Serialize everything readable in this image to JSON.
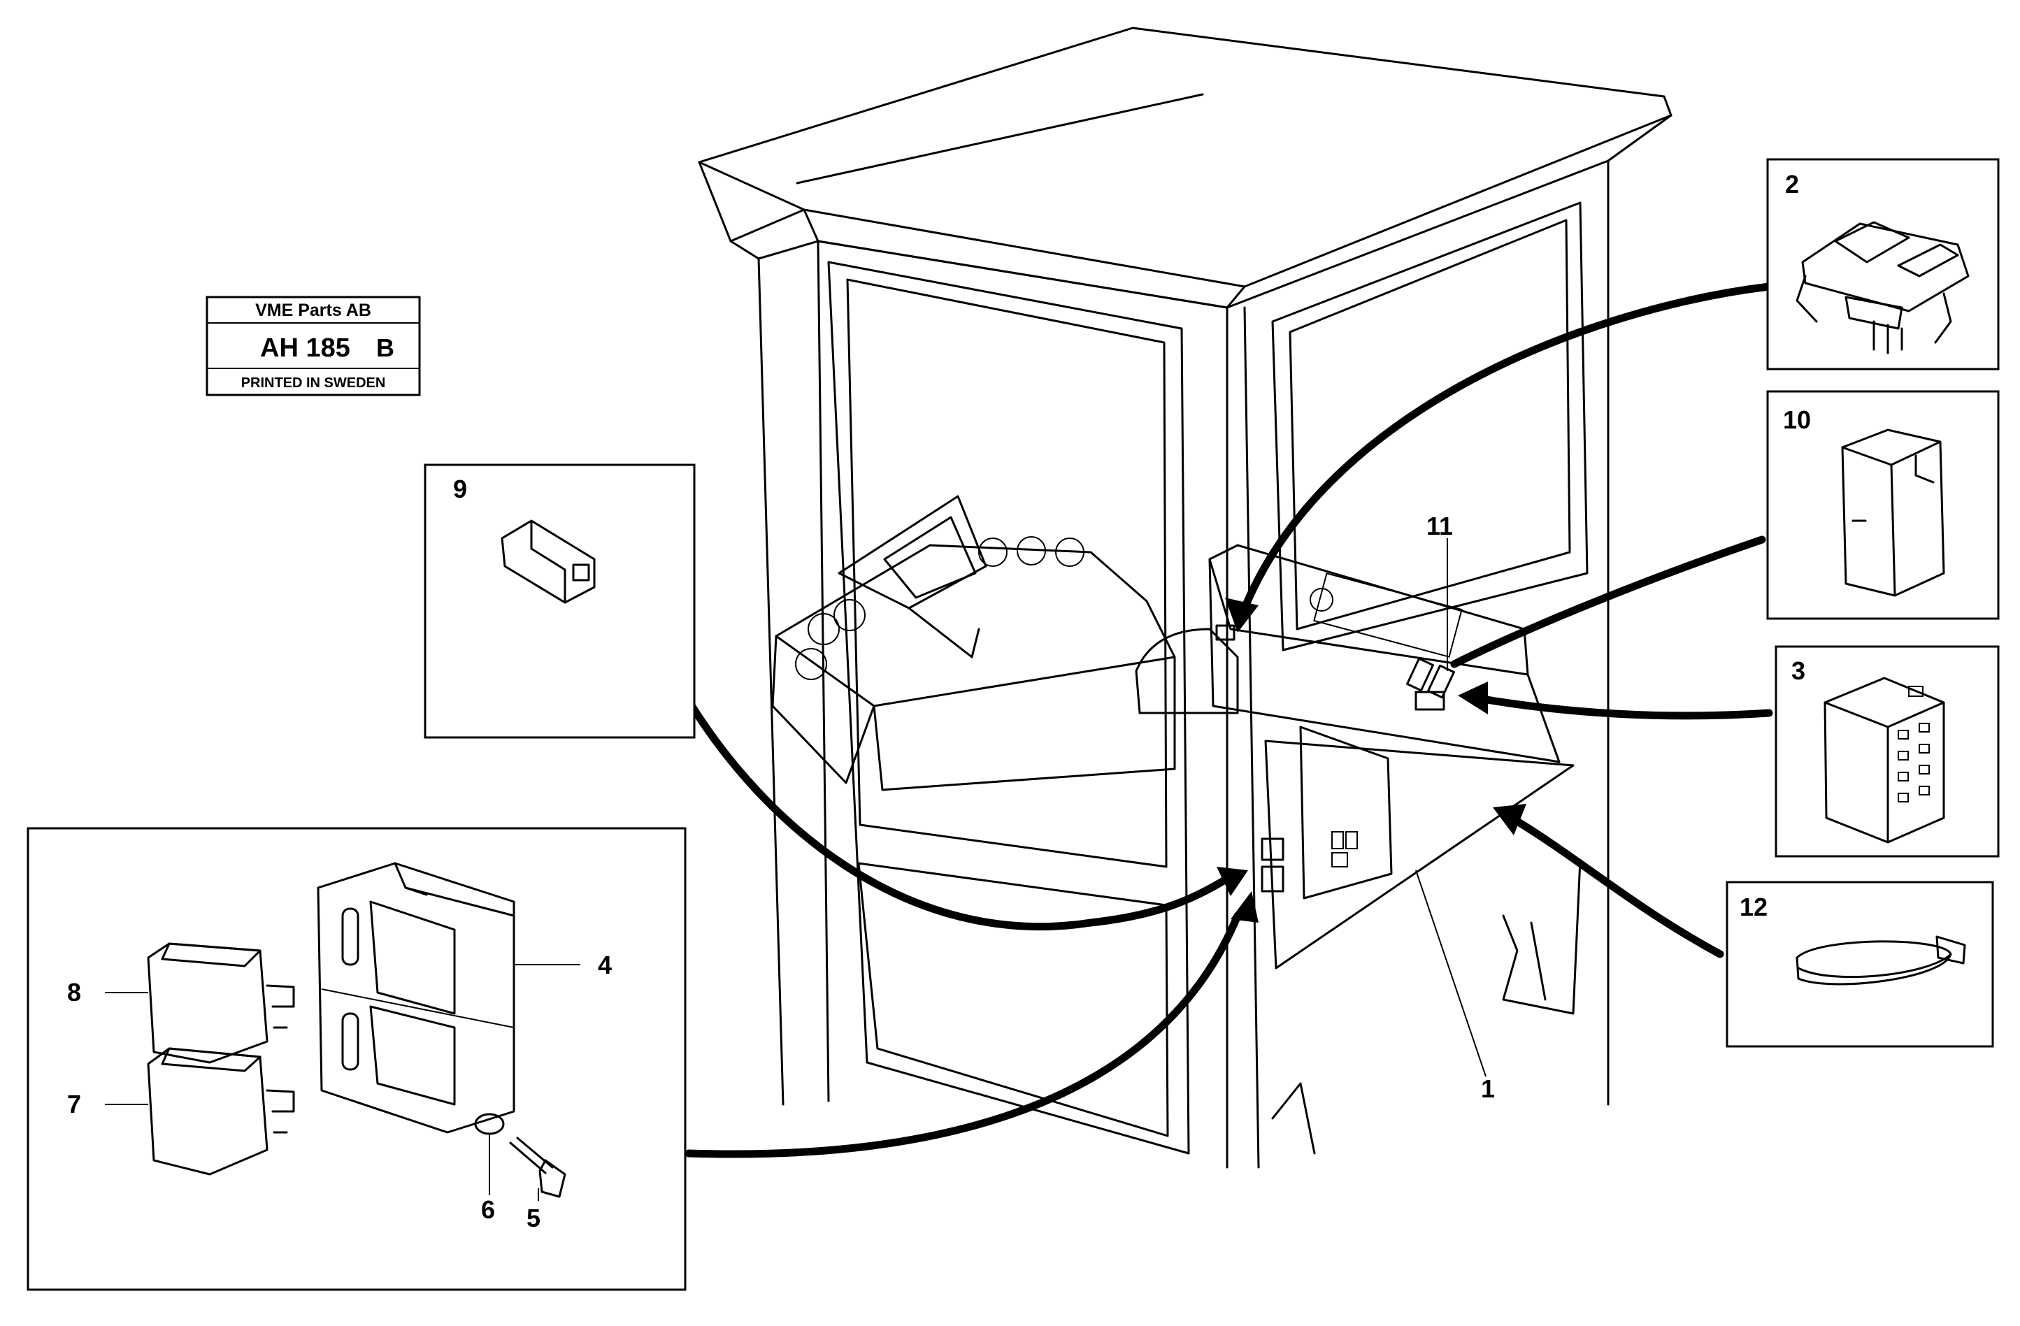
{
  "stamp": {
    "company": "VME Parts AB",
    "code": "AH 185",
    "revision": "B",
    "footer": "PRINTED IN SWEDEN"
  },
  "callouts": {
    "c1": "1",
    "c2": "2",
    "c3": "3",
    "c4": "4",
    "c5": "5",
    "c6": "6",
    "c7": "7",
    "c8": "8",
    "c9": "9",
    "c10": "10",
    "c11": "11",
    "c12": "12"
  },
  "colors": {
    "ink": "#000000",
    "paper": "#ffffff"
  }
}
